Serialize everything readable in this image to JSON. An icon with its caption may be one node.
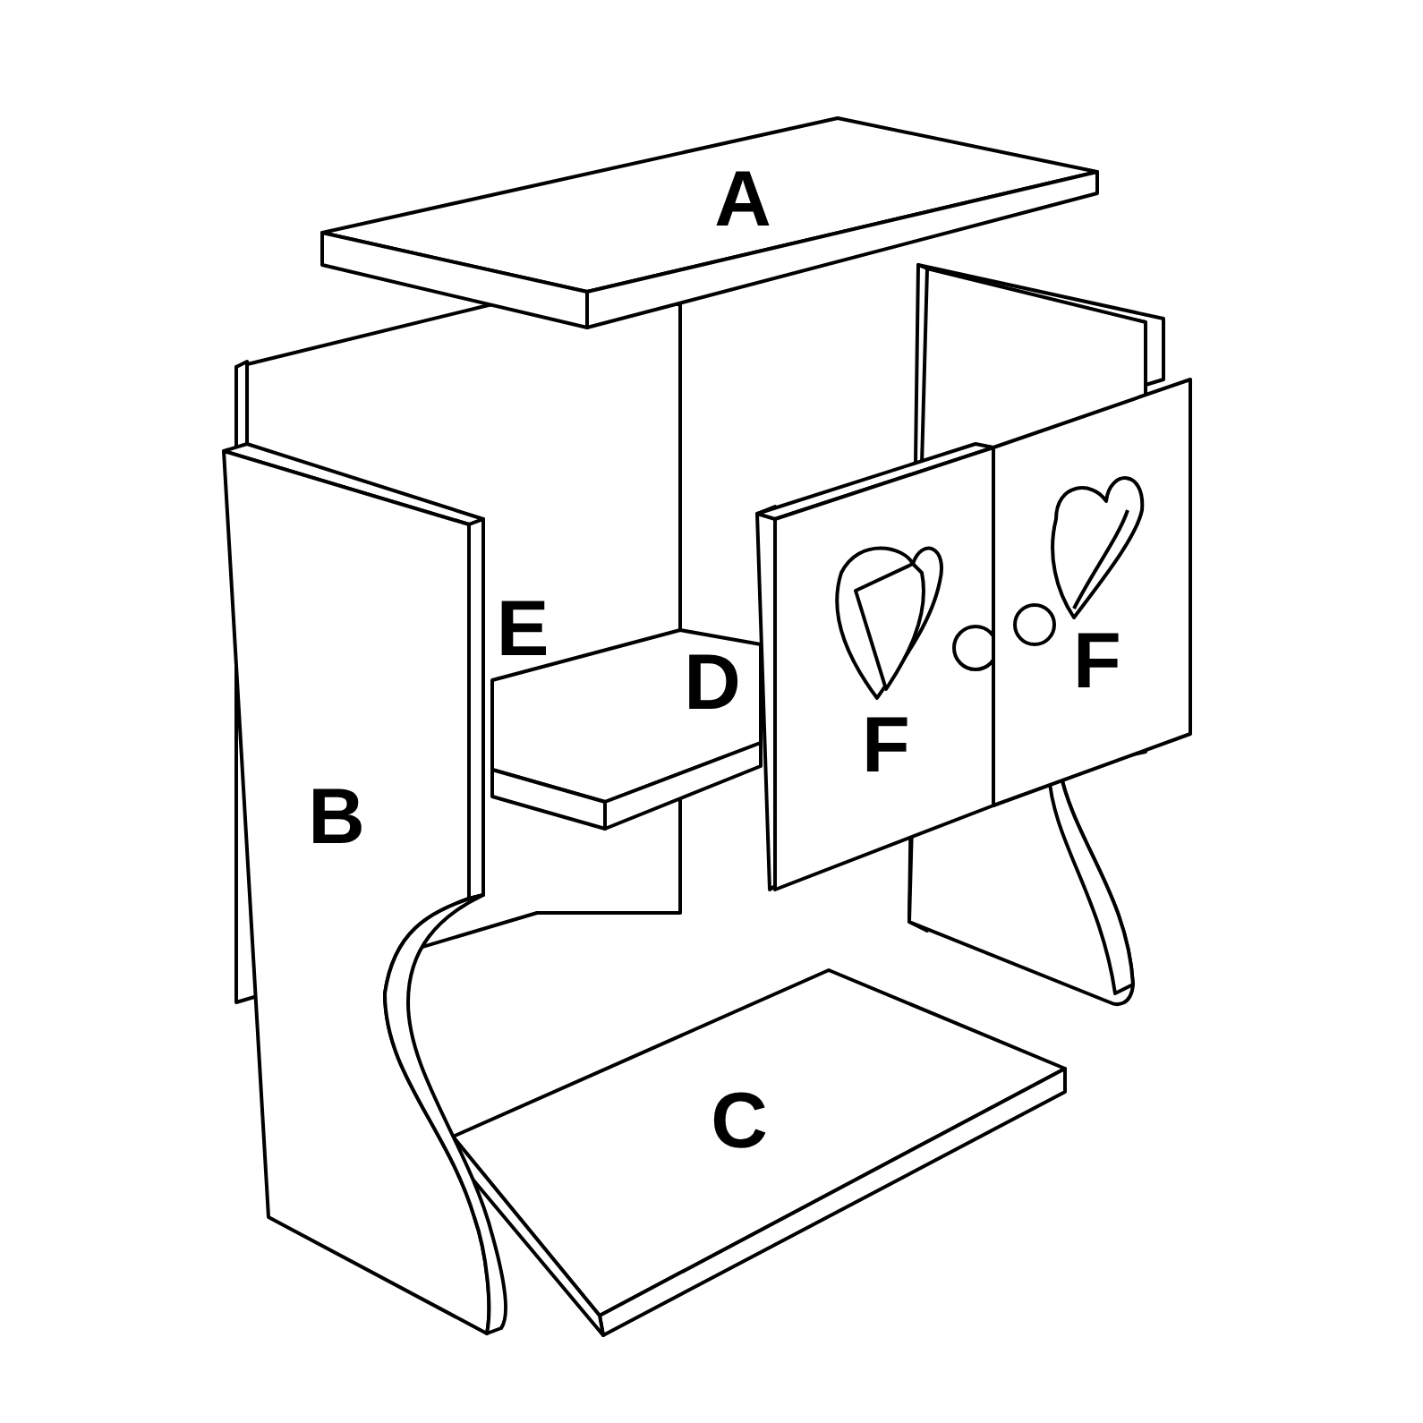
{
  "diagram": {
    "labels": [
      "A",
      "E",
      "F",
      "D",
      "F",
      "B",
      "C"
    ]
  }
}
